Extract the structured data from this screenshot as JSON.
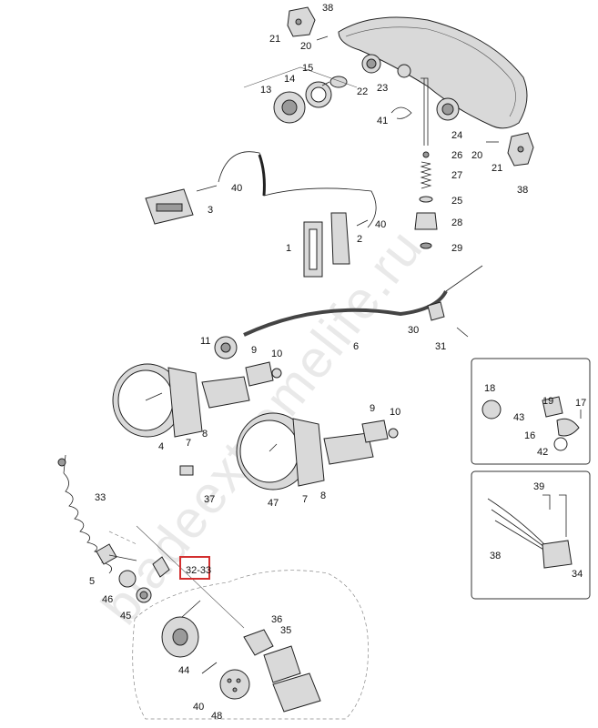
{
  "watermark": "bladeextremelife.ru",
  "highlight_color": "#d32f2f",
  "callouts": {
    "c1": "1",
    "c2": "2",
    "c3": "3",
    "c4": "4",
    "c5": "5",
    "c6": "6",
    "c7a": "7",
    "c7b": "7",
    "c8a": "8",
    "c8b": "8",
    "c9a": "9",
    "c9b": "9",
    "c10a": "10",
    "c10b": "10",
    "c11": "11",
    "c13": "13",
    "c14": "14",
    "c15": "15",
    "c16": "16",
    "c17": "17",
    "c18": "18",
    "c19": "19",
    "c20a": "20",
    "c20b": "20",
    "c21a": "21",
    "c21b": "21",
    "c22": "22",
    "c23": "23",
    "c24": "24",
    "c25": "25",
    "c26": "26",
    "c27": "27",
    "c28": "28",
    "c29": "29",
    "c30": "30",
    "c31": "31",
    "c32_33": "32-33",
    "c33": "33",
    "c34": "34",
    "c35": "35",
    "c36": "36",
    "c37": "37",
    "c38a": "38",
    "c38b": "38",
    "c38c": "38",
    "c39": "39",
    "c40a": "40",
    "c40b": "40",
    "c40c": "40",
    "c41": "41",
    "c42": "42",
    "c43": "43",
    "c44": "44",
    "c45": "45",
    "c46": "46",
    "c47": "47",
    "c48": "48"
  }
}
